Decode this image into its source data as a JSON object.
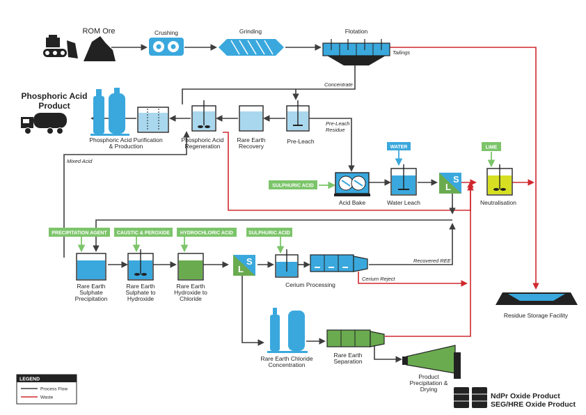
{
  "labels": {
    "rom_ore": "ROM Ore",
    "crushing": "Crushing",
    "grinding": "Grinding",
    "flotation": "Flotation",
    "tailings": "Tailings",
    "concentrate": "Concentrate",
    "phosphoric_acid_product_1": "Phosphoric Acid",
    "phosphoric_acid_product_2": "Product",
    "phos_purif_1": "Phosphoric Acid Purification",
    "phos_purif_2": "& Production",
    "phos_regen_1": "Phosphoric Acid",
    "phos_regen_2": "Regeneration",
    "re_recovery_1": "Rare Earth",
    "re_recovery_2": "Recovery",
    "pre_leach": "Pre-Leach",
    "pre_leach_residue_1": "Pre-Leach",
    "pre_leach_residue_2": "Residue",
    "mixed_acid": "Mixed Acid",
    "water": "WATER",
    "lime": "LIME",
    "sulphuric_acid_1": "SULPHURIC ACID",
    "acid_bake": "Acid Bake",
    "water_leach": "Water Leach",
    "neutralisation": "Neutralisation",
    "precipitation_agent": "PRECIPITATION AGENT",
    "caustic_peroxide": "CAUSTIC & PEROXIDE",
    "hydrochloric_acid": "HYDROCHLORIC ACID",
    "sulphuric_acid_2": "SULPHURIC ACID",
    "re_sulphate_precip_1": "Rare Earth",
    "re_sulphate_precip_2": "Sulphate",
    "re_sulphate_precip_3": "Precipitation",
    "re_sulphate_hydroxide_1": "Rare Earth",
    "re_sulphate_hydroxide_2": "Sulphate to",
    "re_sulphate_hydroxide_3": "Hydroxide",
    "re_hydroxide_chloride_1": "Rare Earth",
    "re_hydroxide_chloride_2": "Hydroxide to",
    "re_hydroxide_chloride_3": "Chloride",
    "cerium_processing": "Cerium Processing",
    "recovered_ree": "Recovered REE",
    "cerium_reject": "Cerium Reject",
    "residue_storage": "Residue Storage Facility",
    "re_chloride_conc_1": "Rare Earth Chloride",
    "re_chloride_conc_2": "Concentration",
    "re_separation_1": "Rare Earth",
    "re_separation_2": "Separation",
    "product_precip_1": "Product",
    "product_precip_2": "Precipitation &",
    "product_precip_3": "Drying",
    "ndpr_product": "NdPr Oxide Product",
    "seg_product": "SEG/HRE Oxide Product",
    "ls_l": "L",
    "ls_s": "S"
  },
  "legend": {
    "title": "LEGEND",
    "process_flow": "Process Flow",
    "waste": "Waste"
  },
  "colors": {
    "process_flow": "#3d3d3d",
    "waste": "#d0282e",
    "reagent_green": "#7cc46a",
    "reagent_blue": "#3aa8dd",
    "equipment_blue": "#3aa8dd",
    "equipment_green": "#6aab4f",
    "neutral_yellow": "#d7df23"
  }
}
